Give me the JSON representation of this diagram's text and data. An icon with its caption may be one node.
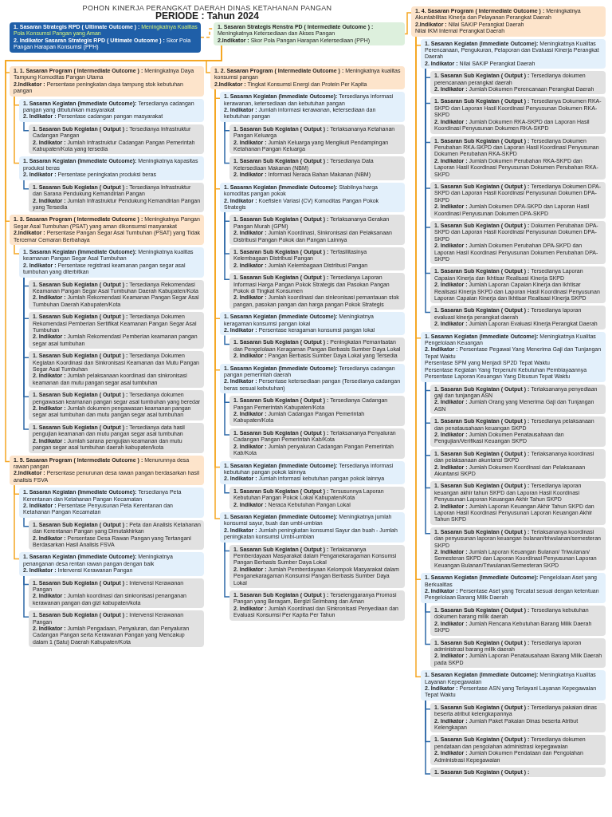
{
  "diagram": {
    "title": "POHON KINERJA PERANGKAT DAERAH DINAS KETAHANAN PANGAN",
    "nodes": [
      {
        "text": [
          "1. Sasaran Strategis RPD ( Ultimate Outcome ) :",
          "Meningkatnya Kualitas Pola Konsumsi Pangan yang Aman",
          "2. Indikator Sasaran Strategis RPD ( Ultimate Outcome ) :",
          "Skor Pola Pangan Harapan Konsumsi (PPH)"
        ]
      },
      {
        "text": [
          "1. Sasaran Strategis Renstra PD ( Intermediate Outcome ) :",
          "Meningkatnya Ketersediaan dan Akses Pangan",
          "2.Indikator :",
          "Skor Pola Pangan Harapan Ketersediaan (PPH)"
        ]
      },
      {
        "text": [
          "1. 1. Sasaran Program ( Intermediate Outcome ) :",
          "Meningkatnya Daya Tampung Komoditas Pangan Utama",
          "2.Indikator :",
          "Persentase peningkatan daya tampung stok kebutuhan pangan"
        ]
      },
      {
        "text": [
          "1. Sasaran Kegiatan (Immediate Outcome):",
          "Tersedianya cadangan pangan yang dibutuhkan masyarakat",
          "2. Indikator :",
          "Persentase cadangan pangan masyarakat"
        ]
      },
      {
        "text": [
          "1. Sasaran Sub Kegiatan ( Output ) :",
          "Tersedianya Infrastruktur Cadangan Pangan",
          "2. Indikator :",
          "Jumlah Infrastruktur Cadangan Pangan Pemerintah Kabupaten/Kota yang tersedia"
        ]
      },
      {
        "text": [
          "1. Sasaran Kegiatan (Immediate Outcome):",
          "Meningkatnya kapasitas produksi beras",
          "2. Indikator :",
          "Persentase peningkatan produksi beras"
        ]
      },
      {
        "text": [
          "1. Sasaran Sub Kegiatan ( Output ) :",
          "Tersedianya Infrastruktur dan Sarana Pendukung Kemandirian Pangan",
          "2. Indikator :",
          "Jumlah Infrastruktur Pendukung Kemandirian Pangan yang Tersedia"
        ]
      },
      {
        "text": [
          "1. 2. Sasaran Program ( Intermediate Outcome ) :",
          "Meningkatnya kualitas konsumsi pangan",
          "2.Indikator :",
          "Tingkat Konsumsi Energi dan Protein Per Kapita"
        ]
      },
      {
        "text": [
          "1. Sasaran Kegiatan (Immediate Outcome):",
          "Tersedianya informasi kerawanan, ketersediaan dan kebutuhan pangan",
          "2. Indikator :",
          "Jumlah informasi kerawanan, ketersediaan dan kebutuhan pangan"
        ]
      },
      {
        "text": [
          "1. Sasaran Sub Kegiatan ( Output ) :",
          "Terlaksananya Ketahanan Pangan Keluarga",
          "2. Indikator :",
          "Jumlah Keluarga yang Mengikuti Pendampingan Ketahanan Pangan Keluarga"
        ]
      },
      {
        "text": [
          "1. Sasaran Sub Kegiatan ( Output ) :",
          "Tersedianya Data Ketersediaan Makanan (NBM)",
          "2. Indikator :",
          "Informasi Neraca Bahan Makanan (NBM)"
        ]
      },
      {
        "text": [
          "1. Sasaran Kegiatan (Immediate Outcome):",
          "Stabilnya harga komoditas pangan pokok",
          "2. Indikator :",
          "Koefisien Variasi (CV) Komoditas Pangan Pokok Strategis"
        ]
      },
      {
        "text": [
          "1. Sasaran Sub Kegiatan ( Output ) :",
          "Terlaksananya Gerakan Pangan Murah (GPM)",
          "2. Indikator :",
          "Jumlah Koordinasi, Sinkronisasi dan Pelaksanaan Distribusi Pangan Pokok dan Pangan Lainnya"
        ]
      },
      {
        "text": [
          "1. Sasaran Sub Kegiatan ( Output ) :",
          "Terfasilitasinya Kelembagaan Distribusi Pangan",
          "2. Indikator :",
          "Jumlah Kelembagaan Distribusi Pangan"
        ]
      },
      {
        "text": [
          "1. Sasaran Sub Kegiatan ( Output ) :",
          "Tersedianya Laporan Informasi Harga Pangan Pokok Strategis dan Pasokan Pangan Pokok di Tingkat Konsumen",
          "2. Indikator :",
          "Jumlah koordinasi dan sinkronisasi pemantauan stok pangan, pasokan pangan dan harga pangan Pokok Strategis"
        ]
      },
      {
        "text": [
          "1. Sasaran Kegiatan (Immediate Outcome):",
          "Meningkatnya keragaman konsumsi pangan lokal",
          "2. Indikator :",
          "Persentase keragaman konsumsi pangan lokal"
        ]
      },
      {
        "text": [
          "1. Sasaran Sub Kegiatan ( Output ) :",
          "Peningkatan Pemanfaatan dan Pengelolaan Keragaman Pangan Berbasis Sumber Daya Lokal",
          "2. Indikator :",
          "Pangan Berbasis Sumber Daya Lokal yang Tersedia"
        ]
      },
      {
        "text": [
          "1. Sasaran Kegiatan (Immediate Outcome):",
          "Tersedianya cadangan pangan pemerintah daerah",
          "2. Indikator :",
          "Persentase ketersediaan pangan (Tersedianya cadangan beras sesuai kebutuhan)"
        ]
      },
      {
        "text": [
          "1. Sasaran Sub Kegiatan ( Output ) :",
          "Tersedianya Cadangan Pangan Pemerintah Kabupaten/Kota",
          "2. Indikator :",
          "Jumlah Cadangan Pangan Pemerintah Kabupaten/Kota"
        ]
      },
      {
        "text": [
          "1. Sasaran Sub Kegiatan ( Output ) :",
          "Terlaksananya Penyaluran Cadangan Pangan Pemerintah Kab/Kota",
          "2. Indikator :",
          "Jumlah penyaluran Cadangan Pangan Pemerintah Kab/Kota"
        ]
      },
      {
        "text": [
          "1. Sasaran Kegiatan (Immediate Outcome):",
          "Tersedianya informasi kebutuhan pangan pokok lainnya",
          "2. Indikator :",
          "Jumlah informasi kebutuhan pangan pokok lainnya"
        ]
      },
      {
        "text": [
          "1. Sasaran Sub Kegiatan ( Output ) :",
          "Tersusunnya Laporan Kebutuhan Pangan Pokok Lokal Kabupaten/Kota",
          "2. Indikator :",
          "Neraca Kebutuhan Pangan Lokal"
        ]
      },
      {
        "text": [
          "1. Sasaran Kegiatan (Immediate Outcome):",
          "Meningkatnya jumlah konsumsi sayur, buah dan umbi-umbian",
          "2. Indikator :",
          "Jumlah peningkatan konsumsi Sayur dan buah - Jumlah peningkatan konsumsi Umbi-umbian"
        ]
      },
      {
        "text": [
          "1. Sasaran Sub Kegiatan ( Output ) :",
          "Terlaksananya Pemberdayaan Masyarakat dalam Penganekaragaman Konsumsi Pangan Berbasis Sumber Daya Lokal",
          "2. Indikator :",
          "Jumlah Pemberdayaan Kelompok Masyarakat dalam Penganekaragaman Konsumsi Pangan Berbasis Sumber Daya Lokal"
        ]
      },
      {
        "text": [
          "1. Sasaran Sub Kegiatan ( Output ) :",
          "Terselenggaranya Promosi Pangan yang Beragam, Bergizi Seimbang dan Aman",
          "2. Indikator :",
          "Jumlah Koordinasi dan Sinkronisasi Penyediaan dan Evaluasi Konsumsi Per Kapita Per Tahun"
        ]
      },
      {
        "text": [
          "1. 3. Sasaran Program ( Intermediate Outcome ) :",
          "Meningkatnya Pangan Segar Asal Tumbuhan (PSAT) yang aman dikonsumsi masyarakat",
          "2.Indikator :",
          "Persentase Pangan Segar Asal Tumbuhan (PSAT) yang Tidak Tercemar Cemaran Berbahaya"
        ]
      },
      {
        "text": [
          "1. Sasaran Kegiatan (Immediate Outcome):",
          "Meningkatnya kualitas keamanan Pangan Segar Asal Tumbuhan",
          "2. Indikator :",
          "Persentase registrasi keamanan pangan segar asal tumbuhan yang diterbitkan"
        ]
      },
      {
        "text": [
          "1. Sasaran Sub Kegiatan ( Output ) :",
          "Tersedianya Rekomendasi Keamanan Pangan Segar Asal Tumbuhan Daerah Kabupaten/Kota",
          "2. Indikator :",
          "Jumlah Rekomendasi Keamanan Pangan Segar Asal Tumbuhan Daerah Kabupaten/Kota"
        ]
      },
      {
        "text": [
          "1. Sasaran Sub Kegiatan ( Output ) :",
          "Tersedianya Dokumen Rekomendasi Pemberian Sertifikat Keamanan Pangan Segar Asal Tumbuhan",
          "2. Indikator :",
          "Jumlah Rekomendasi Pemberian keamanan pangan segar asal tumbuhan"
        ]
      },
      {
        "text": [
          "1. Sasaran Sub Kegiatan ( Output ) :",
          "Tersedianya Dokumen Kegiatan Koordinasi dan Sinkronisasi Keamanan dan Mutu Pangan Segar Asal Tumbuhan",
          "2. Indikator :",
          "Jumlah pelaksanaan koordinasi dan sinkronisasi keamanan dan mutu pangan segar asal tumbuhan"
        ]
      },
      {
        "text": [
          "1. Sasaran Sub Kegiatan ( Output ) :",
          "Tersedianya dokumen pengawasan keamanan pangan segar asal tumbuhan yang beredar",
          "2. Indikator :",
          "Jumlah dokumen pengawasan keamanan pangan segar asal tumbuhan dan mutu pangan segar asal tumbuhan"
        ]
      },
      {
        "text": [
          "1. Sasaran Sub Kegiatan ( Output ) :",
          "Tersedianya data hasil pengujian keamanan dan mutu pangan segar asal tumbuhan",
          "2. Indikator :",
          "Jumlah sarana pengujian keamanan dan mutu pangan segar asal tumbuhan daerah kabupaten/kota"
        ]
      },
      {
        "text": [
          "1. 4. Sasaran Program ( Intermediate Outcome ) :",
          "Meningkatnya Akuntabilitas Kinerja dan Pelayanan Perangkat Daerah",
          "2.Indikator :",
          "Nilai SAKIP Perangkat Daerah",
          "Nilai IKM Internal Perangkat Daerah"
        ]
      },
      {
        "text": [
          "1. Sasaran Kegiatan (Immediate Outcome):",
          "Meningkatnya Kualitas Perencanaan, Pengukuran, Pelaporan dan Evaluasi Kinerja Perangkat Daerah",
          "2. Indikator :",
          "Nilai SAKIP Perangkat Daerah"
        ]
      },
      {
        "text": [
          "1. Sasaran Sub Kegiatan ( Output ) :",
          "Tersedianya dokumen perencanaan perangkat daerah",
          "2. Indikator :",
          "Jumlah Dokumen Perencanaan Perangkat Daerah"
        ]
      },
      {
        "text": [
          "1. Sasaran Sub Kegiatan ( Output ) :",
          "Tersedianya Dokumen RKA-SKPD dan Laporan Hasil Koordinasi Penyusunan Dokumen RKA-SKPD",
          "2. Indikator :",
          "Jumlah Dokumen RKA-SKPD dan Laporan Hasil Koordinasi Penyusunan Dokumen RKA-SKPD"
        ]
      },
      {
        "text": [
          "1. Sasaran Sub Kegiatan ( Output ) :",
          "Tersedianya Dokumen Perubahan RKA-SKPD dan Laporan Hasil Koordinasi Penyusunan Dokumen Perubahan RKA-SKPD",
          "2. Indikator :",
          "Jumlah Dokumen Perubahan RKA-SKPD dan Laporan Hasil Koordinasi Penyusunan Dokumen Perubahan RKA-SKPD"
        ]
      },
      {
        "text": [
          "1. Sasaran Sub Kegiatan ( Output ) :",
          "Tersedianya Dokumen DPA-SKPD dan Laporan Hasil Koordinasi Penyusunan Dokumen DPA-SKPD",
          "2. Indikator :",
          "Jumlah Dokumen DPA-SKPD dan Laporan Hasil Koordinasi Penyusunan Dokumen DPA-SKPD"
        ]
      },
      {
        "text": [
          "1. Sasaran Sub Kegiatan ( Output ) :",
          "Dokumen Perubahan DPA-SKPD dan Laporan Hasil Koordinasi Penyusunan Dokumen DPA-SKPD",
          "2. Indikator :",
          "Jumlah Dokumen Perubahan DPA-SKPD dan Laporan Hasil Koordinasi Penyusunan Dokumen Perubahan DPA-SKPD"
        ]
      },
      {
        "text": [
          "1. Sasaran Sub Kegiatan ( Output ) :",
          "Tersedianya Laporan Capaian Kinerja dan Ikhtisar Realisasi Kinerja SKPD",
          "2. Indikator :",
          "Jumlah Laporan Capaian Kinerja dan Ikhtisar Realisasi Kinerja SKPD dan Laporan Hasil Koordinasi Penyusunan Laporan Capaian Kinerja dan Ikhtisar Realisasi Kinerja SKPD"
        ]
      },
      {
        "text": [
          "1. Sasaran Sub Kegiatan ( Output ) :",
          "Tersedianya laporan evaluasi kinerja perangkat daerah",
          "2. Indikator :",
          "Jumlah Laporan Evaluasi Kinerja Perangkat Daerah"
        ]
      },
      {
        "text": [
          "1. Sasaran Kegiatan (Immediate Outcome):",
          "Meningkatnya Kualitas Pengelolaan Keuangan",
          "2. Indikator :",
          "Persentase Pegawai Yang Menerima Gaji dan Tunjangan Tepat Waktu",
          "Persentase SPM yang Menjadi SP2D Tepat Waktu",
          "Persentase Kegiatan Yang Terpenuhi Kebutuhan Pembiayaannya",
          "Persentase Laporan Keuangan Yang Disusun Tepat Waktu"
        ]
      },
      {
        "text": [
          "1. Sasaran Sub Kegiatan ( Output ) :",
          "Terlaksananya penyediaan gaji dan tunjangan ASN",
          "2. Indikator :",
          "Jumlah Orang yang Menerima Gaji dan Tunjangan ASN"
        ]
      },
      {
        "text": [
          "1. Sasaran Sub Kegiatan ( Output ) :",
          "Tersedianya pelaksanaan dan penatausahaan keuangan SKPD",
          "2. Indikator :",
          "Jumlah Dokumen Penatausahaan dan Pengujian/Verifikasi Keuangan SKPD"
        ]
      },
      {
        "text": [
          "1. Sasaran Sub Kegiatan ( Output ) :",
          "Terlaksananya koordinasi dan pelaksanaan akuntansi SKPD",
          "2. Indikator :",
          "Jumlah Dokumen Koordinasi dan Pelaksanaan Akuntansi SKPD"
        ]
      },
      {
        "text": [
          "1. Sasaran Sub Kegiatan ( Output ) :",
          "Tersedianya laporan keuangan akhir tahun SKPD dan Laporan Hasil Koordinasi Penyusunan Laporan Keuangan Akhir Tahun SKPD",
          "2. Indikator :",
          "Jumlah Laporan Keuangan Akhir Tahun SKPD dan Laporan Hasil Koordinasi Penyusunan Laporan Keuangan Akhir Tahun SKPD"
        ]
      },
      {
        "text": [
          "1. Sasaran Sub Kegiatan ( Output ) :",
          "Terlaksananya koordinasi dan penyusunan laporan keuangan bulanan/triwulanan/semesteran SKPD",
          "2. Indikator :",
          "Jumlah Laporan Keuangan Bulanan/ Triwulanan/ Semesteran SKPD dan Laporan Koordinasi Penyusunan Laporan Keuangan Bulanan/Triwulanan/Semesteran SKPD"
        ]
      },
      {
        "text": [
          "1. Sasaran Kegiatan (Immediate Outcome):",
          "Pengelolaan Aset yang Berkualitas",
          "2. Indikator :",
          "Persentase Aset yang Tercatat sesuai dengan ketentuan Pengelolaan Barang Milik Daerah"
        ]
      },
      {
        "text": [
          "1. Sasaran Sub Kegiatan ( Output ) :",
          "Tersedianya kebutuhan dokumen barang milik daerah",
          "2. Indikator :",
          "Jumlah Rencana Kebutuhan Barang Milik Daerah SKPD"
        ]
      },
      {
        "text": [
          "1. Sasaran Sub Kegiatan ( Output ) :",
          "Tersedianya laporan administrasi barang milik daerah",
          "2. Indikator :",
          "Jumlah Laporan Penatausahaan Barang Milik Daerah pada SKPD"
        ]
      },
      {
        "text": [
          "1. Sasaran Kegiatan (Immediate Outcome):",
          "Meningkatnya Kualitas Layanan Kepegawaian",
          "2. Indikator :",
          "Persentase ASN yang Terlayani Layanan Kepegawaian Tepat Waktu"
        ]
      },
      {
        "text": [
          "1. Sasaran Sub Kegiatan ( Output ) :",
          "Tersedianya pakaian dinas beserta atribut kelengkapannya",
          "2. Indikator :",
          "Jumlah Paket Pakaian Dinas beserta Atribut Kelengkapan"
        ]
      },
      {
        "text": [
          "1. Sasaran Sub Kegiatan ( Output ) :",
          "Tersedianya dokumen pendataan dan pengolahan administrasi kepegawaian",
          "2. Indikator :",
          "Jumlah Dokumen Pendataan dan Pengolahan Administrasi Kepegawaian"
        ]
      },
      {
        "text": [
          "1. Sasaran Sub Kegiatan ( Output ) :"
        ]
      },
      {
        "text": [
          "1. 5. Sasaran Program ( Intermediate Outcome ) :",
          "Menurunnya desa rawan pangan",
          "2.Indikator :",
          "Persentase penurunan desa rawan pangan berdasarkan hasil analisis FSVA"
        ]
      },
      {
        "text": [
          "1. Sasaran Kegiatan (Immediate Outcome):",
          "Tersedianya Peta Kerentanan dan Ketahanan Pangan Kecamatan",
          "2. Indikator :",
          "Persentase Penyusunan Peta Kerentanan dan Ketahanan Pangan Kecamatan"
        ]
      },
      {
        "text": [
          "1. Sasaran Sub Kegiatan ( Output ) :",
          "Peta dan Analisis Ketahanan dan Kerentanan Pangan yang Dimutakhirkan",
          "2. Indikator :",
          "Persentase Desa Rawan Pangan yang Tertangani Berdasarkan Hasil Analisis FSVA"
        ]
      },
      {
        "text": [
          "1. Sasaran Kegiatan (Immediate Outcome):",
          "Meningkatnya penanganan desa rentan rawan pangan dengan baik",
          "2. Indikator :",
          "Intervensi Kerawanan Pangan"
        ]
      },
      {
        "text": [
          "1. Sasaran Sub Kegiatan ( Output ) :",
          "Intervensi Kerawanan Pangan",
          "2. Indikator :",
          "Jumlah koordinasi dan sinkronisasi penanganan kerawanan pangan dan gizi kabupaten/kota"
        ]
      },
      {
        "text": [
          "1. Sasaran Sub Kegiatan ( Output ) :",
          "Intervensi Kerawanan Pangan",
          "2. Indikator :",
          "Jumlah Pengadaan, Penyaluran, dan Penyaluran Cadangan Pangan serta Kerawanan Pangan yang Mencakup dalam 1 (Satu) Daerah Kabupaten/Kota"
        ]
      }
    ],
    "edges": [
      {
        "from": 0,
        "to": 1,
        "arrow": "none",
        "style": "dashed",
        "color": "#f5a623"
      },
      {
        "from": 1,
        "to": 2,
        "arrow": "none",
        "color": "#f5a623"
      },
      {
        "from": 1,
        "to": 7,
        "arrow": "none",
        "color": "#f5a623"
      },
      {
        "from": 1,
        "to": 25,
        "arrow": "none",
        "color": "#f5a623"
      },
      {
        "from": 1,
        "to": 32,
        "arrow": "none",
        "color": "#f5a623"
      },
      {
        "from": 1,
        "to": 54,
        "arrow": "none",
        "color": "#f5a623"
      },
      {
        "from": 2,
        "to": 3,
        "arrow": "none",
        "color": "#f5a623"
      },
      {
        "from": 3,
        "to": 4,
        "arrow": "none"
      },
      {
        "from": 2,
        "to": 5,
        "arrow": "none",
        "color": "#f5a623"
      },
      {
        "from": 5,
        "to": 6,
        "arrow": "none"
      },
      {
        "from": 7,
        "to": 8,
        "arrow": "none",
        "color": "#f5a623"
      },
      {
        "from": 8,
        "to": 9,
        "arrow": "none"
      },
      {
        "from": 8,
        "to": 10,
        "arrow": "none"
      },
      {
        "from": 7,
        "to": 11,
        "arrow": "none",
        "color": "#f5a623"
      },
      {
        "from": 11,
        "to": 12,
        "arrow": "none"
      },
      {
        "from": 11,
        "to": 13,
        "arrow": "none"
      },
      {
        "from": 11,
        "to": 14,
        "arrow": "none"
      },
      {
        "from": 7,
        "to": 15,
        "arrow": "none",
        "color": "#f5a623"
      },
      {
        "from": 15,
        "to": 16,
        "arrow": "none"
      },
      {
        "from": 7,
        "to": 17,
        "arrow": "none",
        "color": "#f5a623"
      },
      {
        "from": 17,
        "to": 18,
        "arrow": "none"
      },
      {
        "from": 17,
        "to": 19,
        "arrow": "none"
      },
      {
        "from": 7,
        "to": 20,
        "arrow": "none",
        "color": "#f5a623"
      },
      {
        "from": 20,
        "to": 21,
        "arrow": "none"
      },
      {
        "from": 7,
        "to": 22,
        "arrow": "none",
        "color": "#f5a623"
      },
      {
        "from": 22,
        "to": 23,
        "arrow": "none"
      },
      {
        "from": 22,
        "to": 24,
        "arrow": "none"
      },
      {
        "from": 25,
        "to": 26,
        "arrow": "none",
        "color": "#f5a623"
      },
      {
        "from": 26,
        "to": 27,
        "arrow": "none"
      },
      {
        "from": 26,
        "to": 28,
        "arrow": "none"
      },
      {
        "from": 26,
        "to": 29,
        "arrow": "none"
      },
      {
        "from": 26,
        "to": 30,
        "arrow": "none"
      },
      {
        "from": 26,
        "to": 31,
        "arrow": "none"
      },
      {
        "from": 32,
        "to": 33,
        "arrow": "none",
        "color": "#f5a623"
      },
      {
        "from": 33,
        "to": 34,
        "arrow": "none"
      },
      {
        "from": 33,
        "to": 35,
        "arrow": "none"
      },
      {
        "from": 33,
        "to": 36,
        "arrow": "none"
      },
      {
        "from": 33,
        "to": 37,
        "arrow": "none"
      },
      {
        "from": 33,
        "to": 38,
        "arrow": "none"
      },
      {
        "from": 33,
        "to": 39,
        "arrow": "none"
      },
      {
        "from": 33,
        "to": 40,
        "arrow": "none"
      },
      {
        "from": 32,
        "to": 41,
        "arrow": "none",
        "color": "#f5a623"
      },
      {
        "from": 41,
        "to": 42,
        "arrow": "none"
      },
      {
        "from": 41,
        "to": 43,
        "arrow": "none"
      },
      {
        "from": 41,
        "to": 44,
        "arrow": "none"
      },
      {
        "from": 41,
        "to": 45,
        "arrow": "none"
      },
      {
        "from": 41,
        "to": 46,
        "arrow": "none"
      },
      {
        "from": 32,
        "to": 47,
        "arrow": "none",
        "color": "#f5a623"
      },
      {
        "from": 47,
        "to": 48,
        "arrow": "none"
      },
      {
        "from": 47,
        "to": 49,
        "arrow": "none"
      },
      {
        "from": 32,
        "to": 50,
        "arrow": "none",
        "color": "#f5a623"
      },
      {
        "from": 50,
        "to": 51,
        "arrow": "none"
      },
      {
        "from": 50,
        "to": 52,
        "arrow": "none"
      },
      {
        "from": 50,
        "to": 53,
        "arrow": "none"
      },
      {
        "from": 54,
        "to": 55,
        "arrow": "none",
        "color": "#f5a623"
      },
      {
        "from": 55,
        "to": 56,
        "arrow": "none"
      },
      {
        "from": 54,
        "to": 57,
        "arrow": "none",
        "color": "#f5a623"
      },
      {
        "from": 57,
        "to": 58,
        "arrow": "none"
      },
      {
        "from": 57,
        "to": 59,
        "arrow": "none"
      }
    ],
    "labels": [
      "PERIODE : Tahun 2024"
    ]
  }
}
